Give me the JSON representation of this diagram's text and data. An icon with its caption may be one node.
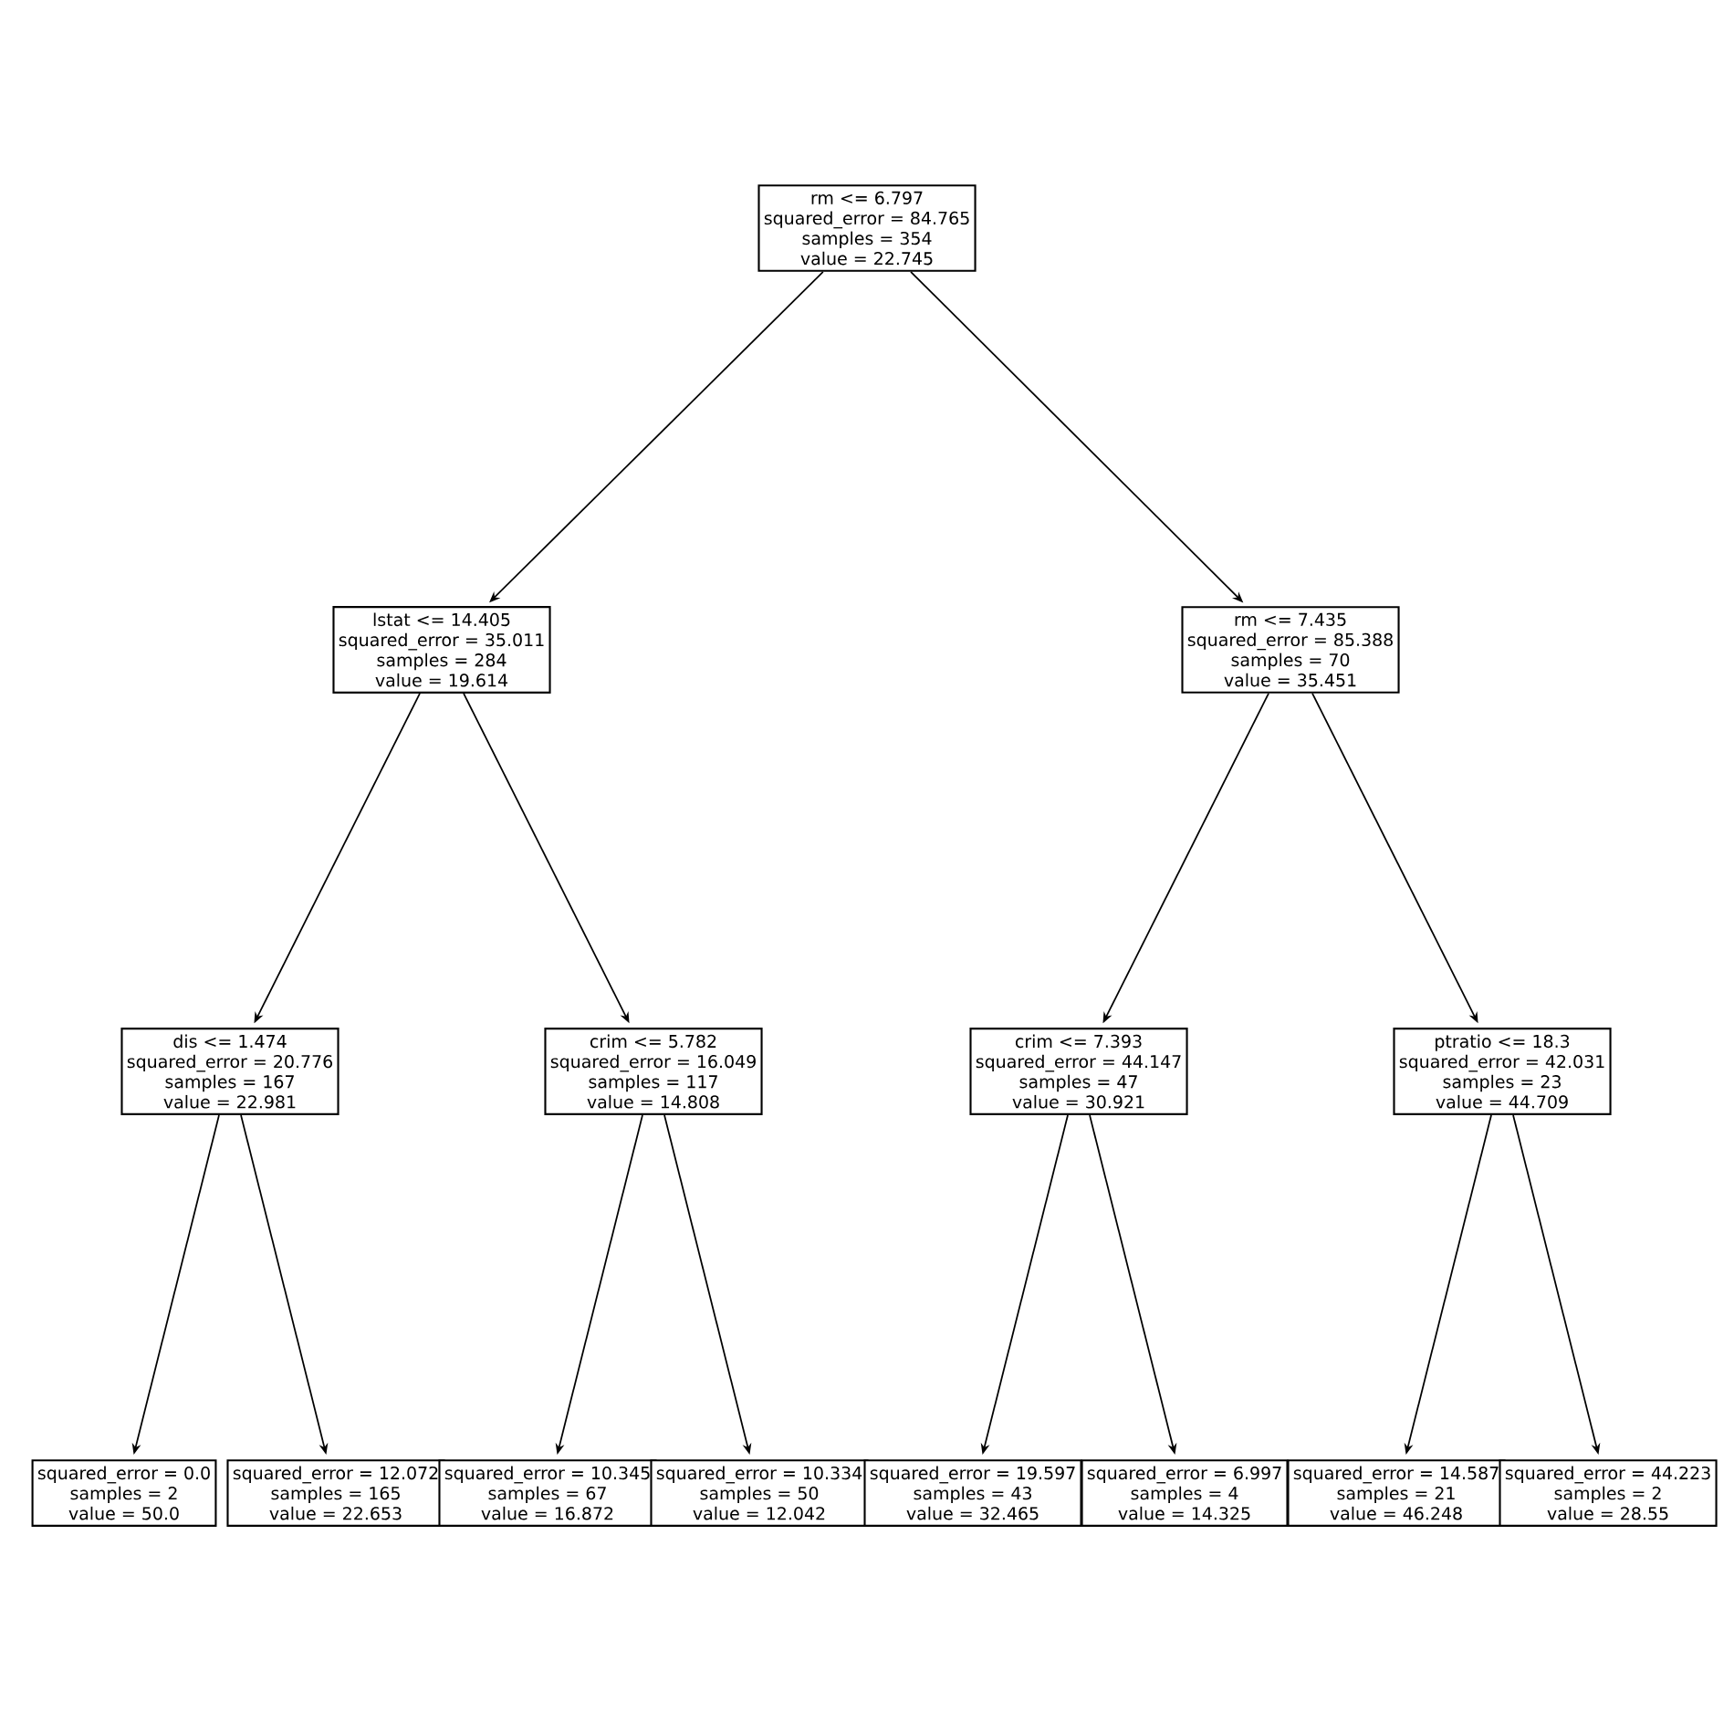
{
  "diagram": {
    "nodes": [
      {
        "text": [
          "rm <= 6.797",
          "squared_error = 84.765",
          "samples = 354",
          "value = 22.745"
        ]
      },
      {
        "text": [
          "lstat <= 14.405",
          "squared_error = 35.011",
          "samples = 284",
          "value = 19.614"
        ]
      },
      {
        "text": [
          "rm <= 7.435",
          "squared_error = 85.388",
          "samples = 70",
          "value = 35.451"
        ]
      },
      {
        "text": [
          "dis <= 1.474",
          "squared_error = 20.776",
          "samples = 167",
          "value = 22.981"
        ]
      },
      {
        "text": [
          "crim <= 5.782",
          "squared_error = 16.049",
          "samples = 117",
          "value = 14.808"
        ]
      },
      {
        "text": [
          "crim <= 7.393",
          "squared_error = 44.147",
          "samples = 47",
          "value = 30.921"
        ]
      },
      {
        "text": [
          "ptratio <= 18.3",
          "squared_error = 42.031",
          "samples = 23",
          "value = 44.709"
        ]
      },
      {
        "text": [
          "squared_error = 0.0",
          "samples = 2",
          "value = 50.0"
        ]
      },
      {
        "text": [
          "squared_error = 12.072",
          "samples = 165",
          "value = 22.653"
        ]
      },
      {
        "text": [
          "squared_error = 10.345",
          "samples = 67",
          "value = 16.872"
        ]
      },
      {
        "text": [
          "squared_error = 10.334",
          "samples = 50",
          "value = 12.042"
        ]
      },
      {
        "text": [
          "squared_error = 19.597",
          "samples = 43",
          "value = 32.465"
        ]
      },
      {
        "text": [
          "squared_error = 6.997",
          "samples = 4",
          "value = 14.325"
        ]
      },
      {
        "text": [
          "squared_error = 14.587",
          "samples = 21",
          "value = 46.248"
        ]
      },
      {
        "text": [
          "squared_error = 44.223",
          "samples = 2",
          "value = 28.55"
        ]
      }
    ],
    "edges": [
      {
        "from": 0,
        "to": 1,
        "arrow": "to"
      },
      {
        "from": 0,
        "to": 2,
        "arrow": "to"
      },
      {
        "from": 1,
        "to": 3,
        "arrow": "to"
      },
      {
        "from": 1,
        "to": 4,
        "arrow": "to"
      },
      {
        "from": 2,
        "to": 5,
        "arrow": "to"
      },
      {
        "from": 2,
        "to": 6,
        "arrow": "to"
      },
      {
        "from": 3,
        "to": 7,
        "arrow": "to"
      },
      {
        "from": 3,
        "to": 8,
        "arrow": "to"
      },
      {
        "from": 4,
        "to": 9,
        "arrow": "to"
      },
      {
        "from": 4,
        "to": 10,
        "arrow": "to"
      },
      {
        "from": 5,
        "to": 11,
        "arrow": "to"
      },
      {
        "from": 5,
        "to": 12,
        "arrow": "to"
      },
      {
        "from": 6,
        "to": 13,
        "arrow": "to"
      },
      {
        "from": 6,
        "to": 14,
        "arrow": "to"
      }
    ]
  }
}
